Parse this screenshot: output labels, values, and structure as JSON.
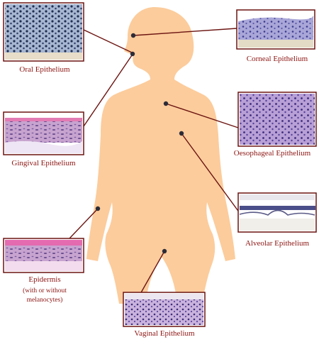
{
  "labels": {
    "oral": "Oral Epithelium",
    "corneal": "Corneal Epithelium",
    "gingival": "Gingival Epithelium",
    "oesophageal": "Oesophageal Epithelium",
    "alveolar": "Alveolar Epithelium",
    "epidermis": "Epidermis",
    "epidermis_note_1": "(with or without",
    "epidermis_note_2": "melanocytes)",
    "vaginal": "Vaginal Epithelium"
  },
  "colors": {
    "body": "#fccc9c",
    "leader": "#6b1410",
    "frame": "#6b1410",
    "label": "#8b1512"
  }
}
